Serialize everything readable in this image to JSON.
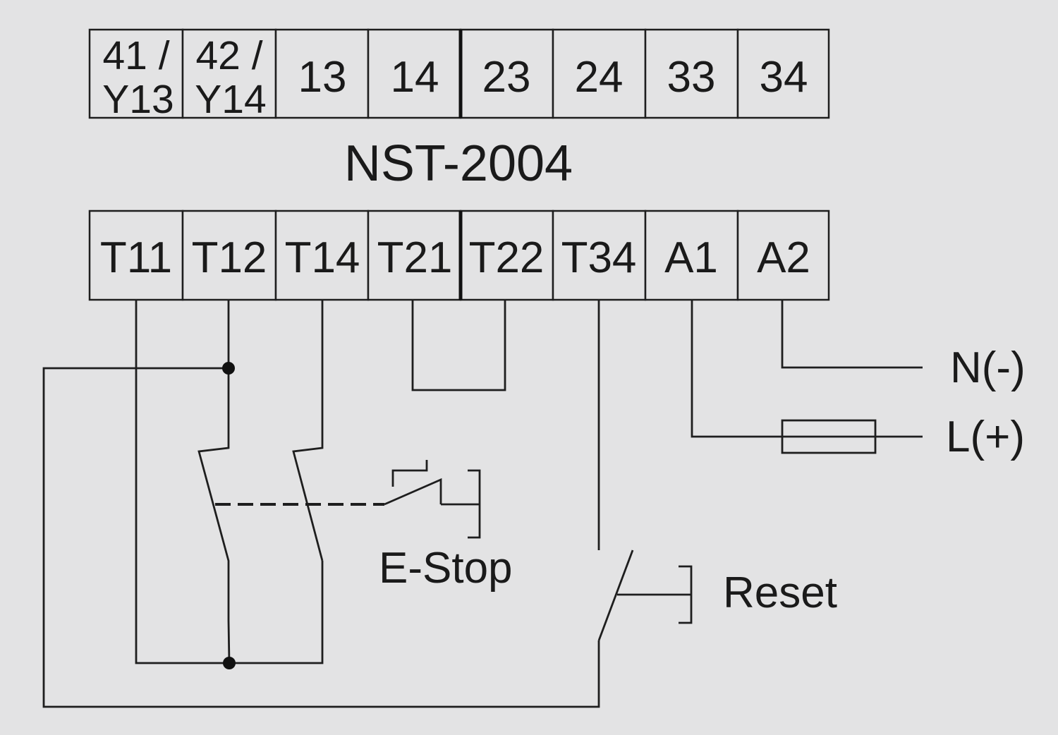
{
  "device": {
    "model": "NST-2004"
  },
  "top_terminals": [
    {
      "line1": "41 /",
      "line2": "Y13"
    },
    {
      "line1": "42 /",
      "line2": "Y14"
    },
    {
      "label": "13"
    },
    {
      "label": "14"
    },
    {
      "label": "23"
    },
    {
      "label": "24"
    },
    {
      "label": "33"
    },
    {
      "label": "34"
    }
  ],
  "bottom_terminals": [
    "T11",
    "T12",
    "T14",
    "T21",
    "T22",
    "T34",
    "A1",
    "A2"
  ],
  "labels": {
    "estop": "E-Stop",
    "reset": "Reset",
    "neutral": "N(-)",
    "line": "L(+)"
  }
}
